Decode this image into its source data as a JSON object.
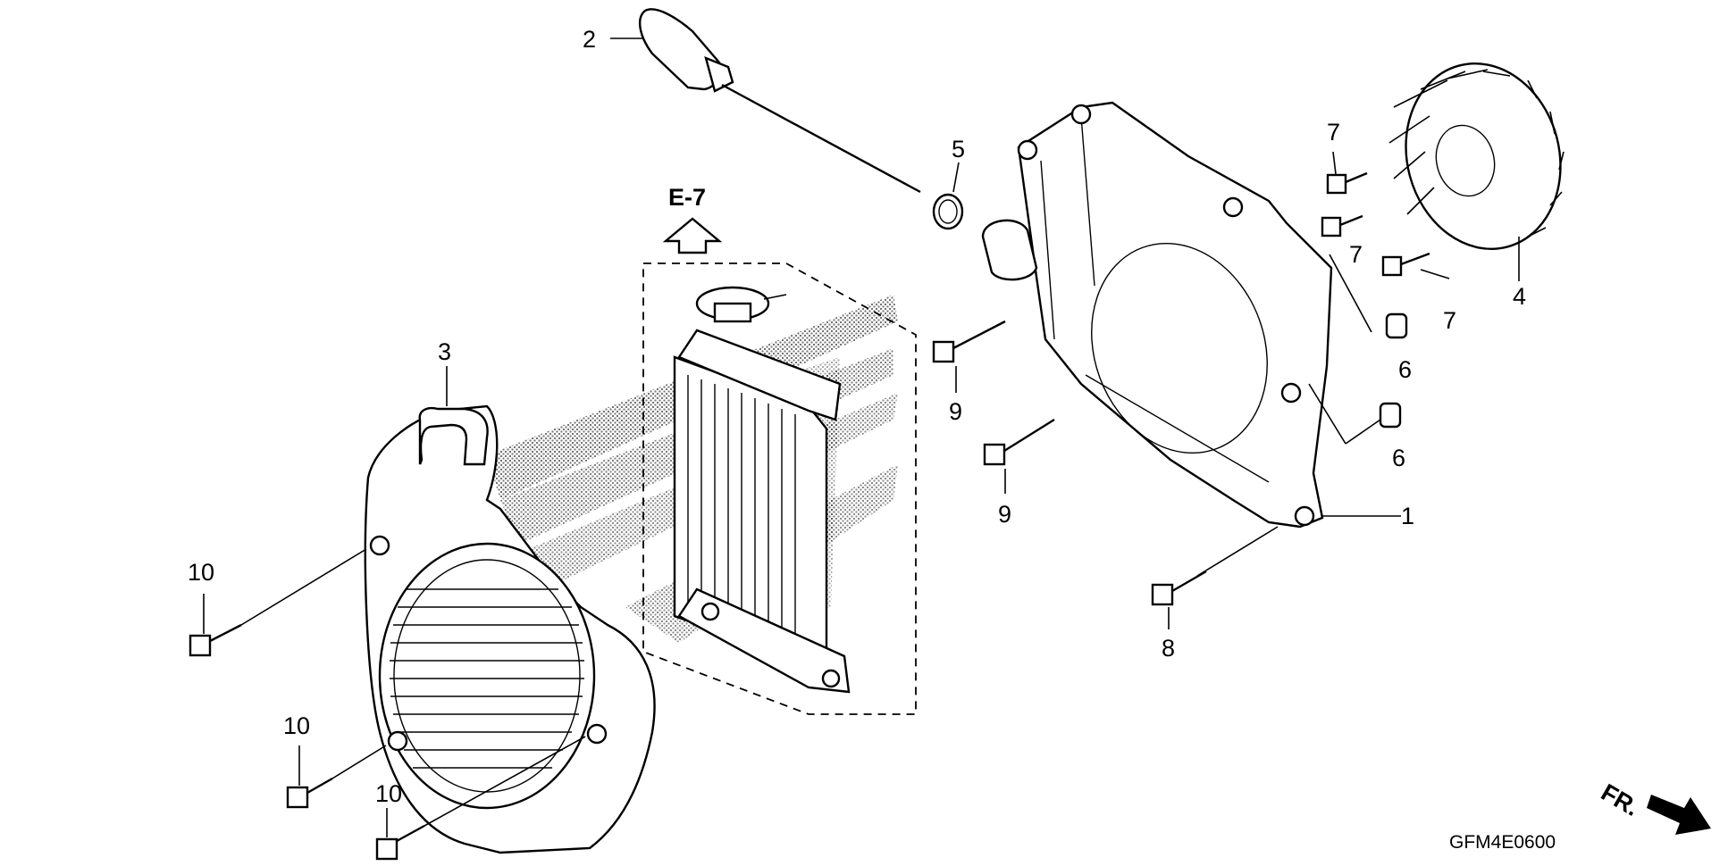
{
  "callouts": {
    "c1": "1",
    "c2": "2",
    "c3": "3",
    "c4": "4",
    "c5": "5",
    "c6a": "6",
    "c6b": "6",
    "c7a": "7",
    "c7b": "7",
    "c7c": "7",
    "c8": "8",
    "c9a": "9",
    "c9b": "9",
    "c10a": "10",
    "c10b": "10",
    "c10c": "10"
  },
  "reference": {
    "label": "E-7"
  },
  "direction": {
    "label": "FR."
  },
  "diagram_code": "GFM4E0600",
  "icons": {
    "up_arrow": "up-arrow-icon",
    "front_arrow": "front-arrow-icon"
  }
}
